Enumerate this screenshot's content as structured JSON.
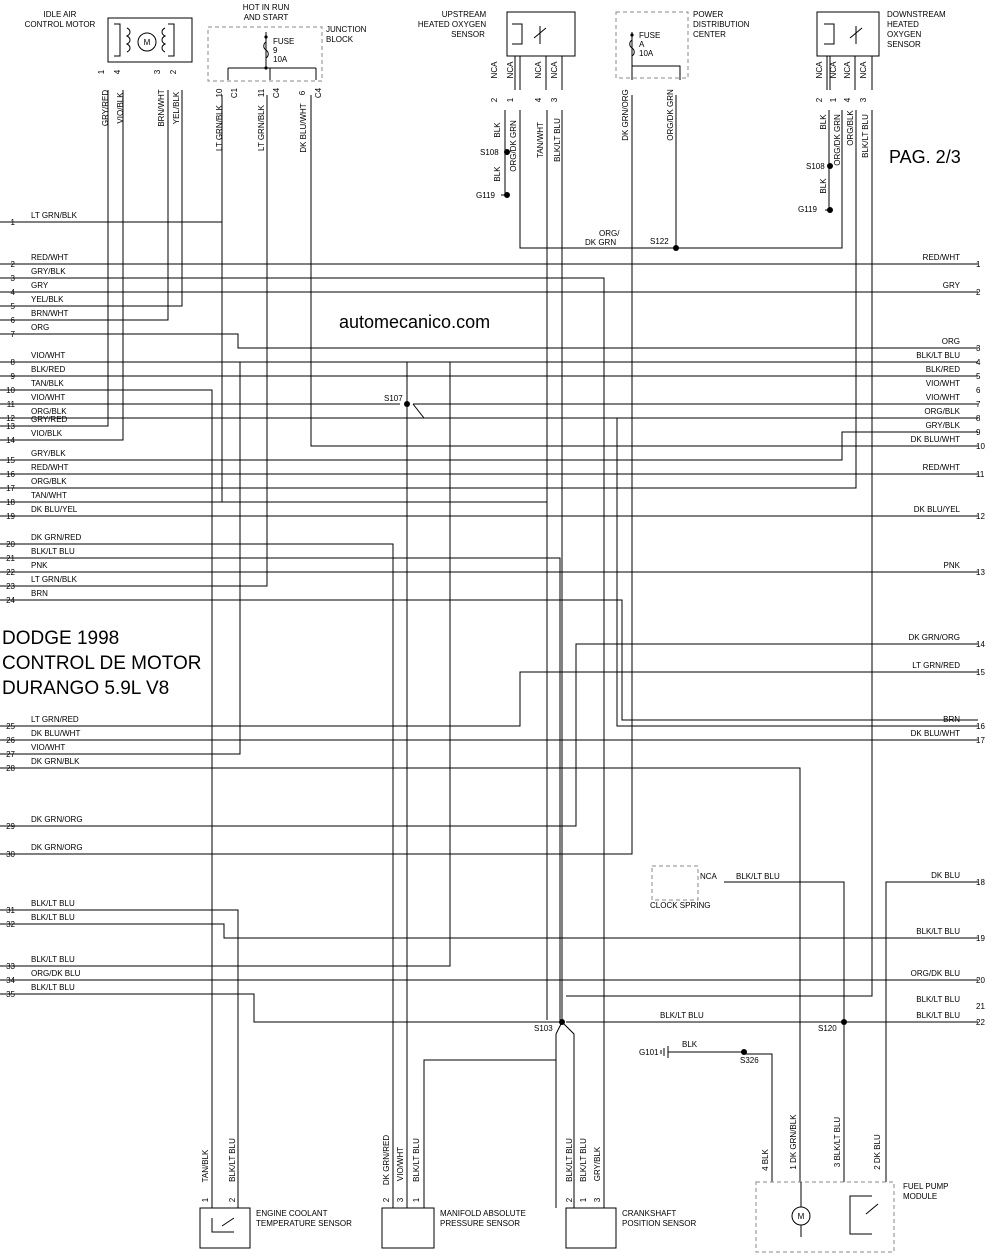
{
  "page": {
    "page_number": "PAG. 2/3",
    "watermark": "automecanico.com",
    "title_lines": [
      "DODGE 1998",
      "CONTROL DE MOTOR",
      "DURANGO 5.9L V8"
    ]
  },
  "components": {
    "iac": {
      "label": [
        "IDLE AIR",
        "CONTROL MOTOR"
      ],
      "pins": [
        "1",
        "4",
        "3",
        "2"
      ],
      "motor": "M"
    },
    "jb": {
      "label": [
        "HOT IN RUN",
        "AND START"
      ],
      "side_label": [
        "JUNCTION",
        "BLOCK"
      ],
      "fuse": [
        "FUSE",
        "9",
        "10A"
      ],
      "pins": [
        "10",
        "C1",
        "11",
        "C4",
        "6",
        "C4"
      ]
    },
    "up_o2": {
      "label": [
        "UPSTREAM",
        "HEATED OXYGEN",
        "SENSOR"
      ],
      "pins": [
        "2",
        "1",
        "4",
        "3"
      ],
      "nca": "NCA"
    },
    "pdc": {
      "label": [
        "POWER",
        "DISTRIBUTION",
        "CENTER"
      ],
      "fuse": [
        "FUSE",
        "A",
        "10A"
      ]
    },
    "dn_o2": {
      "label": [
        "DOWNSTREAM",
        "HEATED",
        "OXYGEN",
        "SENSOR"
      ],
      "pins": [
        "2",
        "1",
        "4",
        "3"
      ],
      "nca": "NCA"
    },
    "clock": {
      "label": "CLOCK SPRING",
      "nca": "NCA"
    },
    "ect": {
      "label": [
        "ENGINE COOLANT",
        "TEMPERATURE SENSOR"
      ],
      "pins": [
        "1",
        "2"
      ]
    },
    "map": {
      "label": [
        "MANIFOLD ABSOLUTE",
        "PRESSURE SENSOR"
      ],
      "pins": [
        "2",
        "3",
        "1"
      ]
    },
    "ckp": {
      "label": [
        "CRANKSHAFT",
        "POSITION SENSOR"
      ],
      "pins": [
        "2",
        "1",
        "3"
      ]
    },
    "fpm": {
      "label": [
        "FUEL PUMP",
        "MODULE"
      ],
      "motor": "M"
    }
  },
  "wire_labels": {
    "iac": [
      "GRY/RED",
      "VIO/BLK",
      "BRN/WHT",
      "YEL/BLK"
    ],
    "jb": [
      "LT GRN/BLK",
      "LT GRN/BLK",
      "DK BLU/WHT"
    ],
    "up_o2": [
      "BLK",
      "ORG/DK GRN",
      "TAN/WHT",
      "BLK/LT BLU",
      "BLK"
    ],
    "pdc": [
      "DK GRN/ORG",
      "ORG/DK GRN"
    ],
    "dn_o2": [
      "BLK",
      "ORG/DK GRN",
      "ORG/BLK",
      "BLK/LT BLU",
      "BLK"
    ],
    "bottom": [
      "TAN/BLK",
      "BLK/LT BLU",
      "DK GRN/RED",
      "VIO/WHT",
      "BLK/LT BLU",
      "BLK/LT BLU",
      "BLK/LT BLU",
      "GRY/BLK",
      "4 BLK",
      "1 DK GRN/BLK",
      "3 BLK/LT BLU",
      "2 DK BLU"
    ],
    "s122": [
      "ORG/",
      "DK GRN"
    ],
    "misc": {
      "clock": "BLK/LT BLU",
      "s103": "BLK/LT BLU",
      "ground": "BLK"
    }
  },
  "splices": {
    "s108a": "S108",
    "g119a": "G119",
    "s108b": "S108",
    "g119b": "G119",
    "s122": "S122",
    "s107": "S107",
    "s103": "S103",
    "s120": "S120",
    "s326": "S326",
    "g101": "G101"
  },
  "left_pins": [
    {
      "n": "1",
      "label": "LT GRN/BLK"
    },
    {
      "n": "2",
      "label": "RED/WHT"
    },
    {
      "n": "3",
      "label": "GRY/BLK"
    },
    {
      "n": "4",
      "label": "GRY"
    },
    {
      "n": "5",
      "label": "YEL/BLK"
    },
    {
      "n": "6",
      "label": "BRN/WHT"
    },
    {
      "n": "7",
      "label": "ORG"
    },
    {
      "n": "8",
      "label": "VIO/WHT"
    },
    {
      "n": "9",
      "label": "BLK/RED"
    },
    {
      "n": "10",
      "label": "TAN/BLK"
    },
    {
      "n": "11",
      "label": "VIO/WHT"
    },
    {
      "n": "12",
      "label": "ORG/BLK"
    },
    {
      "n": "13",
      "label": "GRY/RED"
    },
    {
      "n": "14",
      "label": "VIO/BLK"
    },
    {
      "n": "15",
      "label": "GRY/BLK"
    },
    {
      "n": "16",
      "label": "RED/WHT"
    },
    {
      "n": "17",
      "label": "ORG/BLK"
    },
    {
      "n": "18",
      "label": "TAN/WHT"
    },
    {
      "n": "19",
      "label": "DK BLU/YEL"
    },
    {
      "n": "20",
      "label": "DK GRN/RED"
    },
    {
      "n": "21",
      "label": "BLK/LT BLU"
    },
    {
      "n": "22",
      "label": "PNK"
    },
    {
      "n": "23",
      "label": "LT GRN/BLK"
    },
    {
      "n": "24",
      "label": "BRN"
    },
    {
      "n": "25",
      "label": "LT GRN/RED"
    },
    {
      "n": "26",
      "label": "DK BLU/WHT"
    },
    {
      "n": "27",
      "label": "VIO/WHT"
    },
    {
      "n": "28",
      "label": "DK GRN/BLK"
    },
    {
      "n": "29",
      "label": "DK GRN/ORG"
    },
    {
      "n": "30",
      "label": "DK GRN/ORG"
    },
    {
      "n": "31",
      "label": "BLK/LT BLU"
    },
    {
      "n": "32",
      "label": "BLK/LT BLU"
    },
    {
      "n": "33",
      "label": "BLK/LT BLU"
    },
    {
      "n": "34",
      "label": "ORG/DK BLU"
    },
    {
      "n": "35",
      "label": "BLK/LT BLU"
    }
  ],
  "right_pins": [
    {
      "n": "1",
      "label": "RED/WHT"
    },
    {
      "n": "2",
      "label": "GRY"
    },
    {
      "n": "3",
      "label": "ORG"
    },
    {
      "n": "4",
      "label": "BLK/LT BLU"
    },
    {
      "n": "5",
      "label": "BLK/RED"
    },
    {
      "n": "6",
      "label": "VIO/WHT"
    },
    {
      "n": "7",
      "label": "VIO/WHT"
    },
    {
      "n": "8",
      "label": "ORG/BLK"
    },
    {
      "n": "9",
      "label": "GRY/BLK"
    },
    {
      "n": "10",
      "label": "DK BLU/WHT"
    },
    {
      "n": "11",
      "label": "RED/WHT"
    },
    {
      "n": "12",
      "label": "DK BLU/YEL"
    },
    {
      "n": "13",
      "label": "PNK"
    },
    {
      "n": "14",
      "label": "DK GRN/ORG"
    },
    {
      "n": "15",
      "label": "LT GRN/RED"
    },
    {
      "n": "16",
      "label": "BRN"
    },
    {
      "n": "17",
      "label": "DK BLU/WHT"
    },
    {
      "n": "18",
      "label": "DK BLU"
    },
    {
      "n": "19",
      "label": "BLK/LT BLU"
    },
    {
      "n": "20",
      "label": "ORG/DK BLU"
    },
    {
      "n": "21",
      "label": "BLK/LT BLU"
    },
    {
      "n": "22",
      "label": "BLK/LT BLU"
    }
  ]
}
